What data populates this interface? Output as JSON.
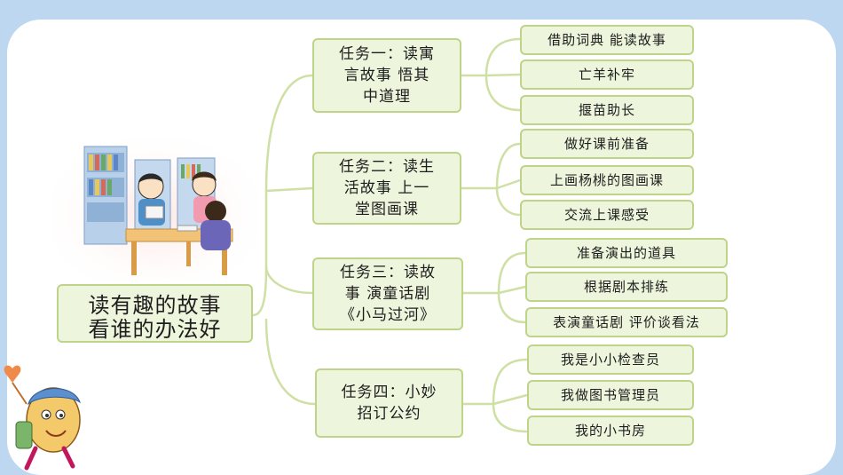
{
  "topic": {
    "line1": "读有趣的故事",
    "line2": "看谁的办法好"
  },
  "tasks": [
    {
      "label": "任务一：读寓\n言故事  悟其\n中道理",
      "items": [
        "借助词典 能读故事",
        "亡羊补牢",
        "揠苗助长"
      ]
    },
    {
      "label": "任务二：读生\n活故事  上一\n堂图画课",
      "items": [
        "做好课前准备",
        "上画杨桃的图画课",
        "交流上课感受"
      ]
    },
    {
      "label": "任务三：读故\n事  演童话剧\n《小马过河》",
      "items": [
        "准备演出的道具",
        "根据剧本排练",
        "表演童话剧 评价谈看法"
      ]
    },
    {
      "label": "任务四：小妙\n招订公约",
      "items": [
        "我是小小检查员",
        "我做图书管理员",
        "我的小书房"
      ]
    }
  ],
  "colors": {
    "background": "#bcd7ef",
    "card": "#ffffff",
    "box_fill": "#eef5dd",
    "box_border": "#bdd489",
    "connector": "#cfe0a4"
  }
}
